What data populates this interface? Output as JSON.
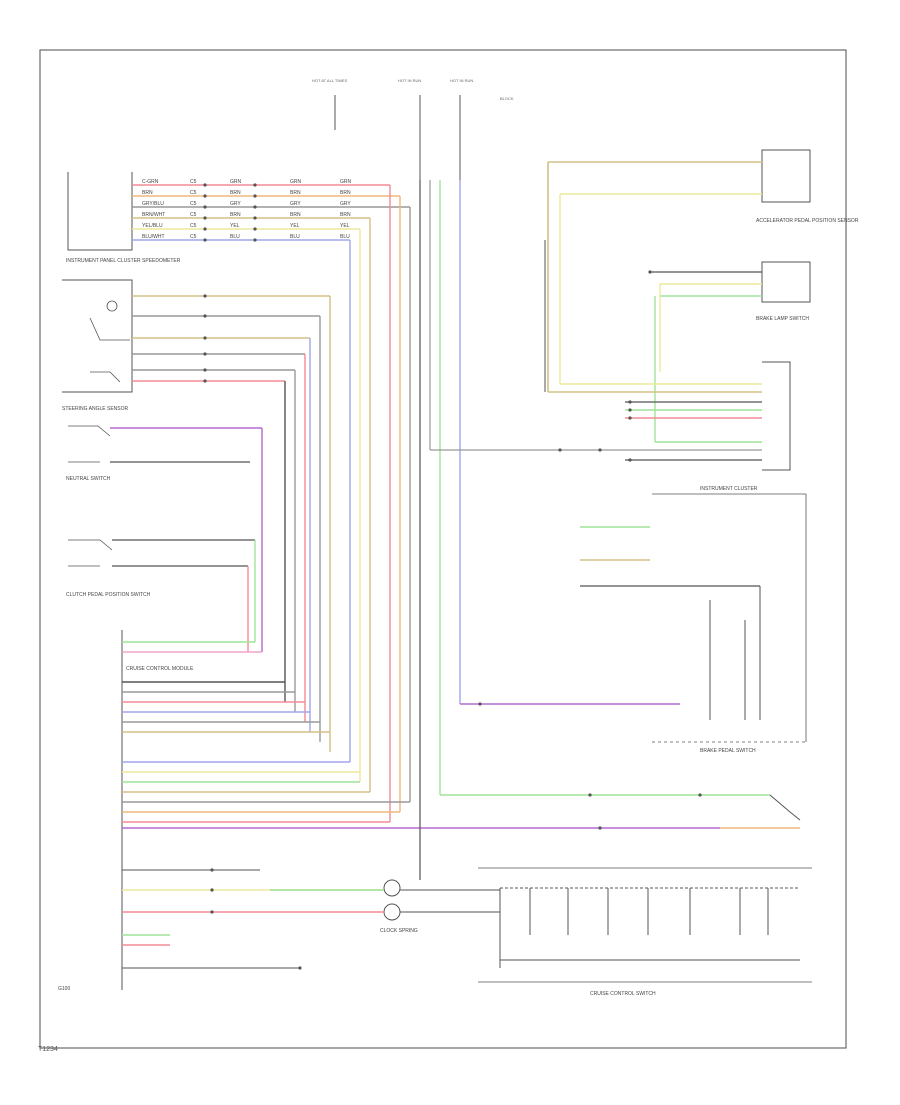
{
  "diagram": {
    "page_code": "T1234",
    "wire_colors": {
      "red": "#f28b96",
      "yellow": "#ece89a",
      "green": "#9fe39a",
      "tan": "#d4c084",
      "orange": "#f0b77c",
      "blue": "#a1a6ec",
      "violet": "#b56ad0",
      "pink": "#f0a4c8",
      "black": "#555555",
      "gray": "#999999",
      "frame": "#6a6a6a"
    },
    "fuse_labels": [
      "HOT AT ALL TIMES",
      "HOT IN RUN",
      "HOT IN RUN"
    ],
    "component_labels": {
      "instrument_cluster_top": "INSTRUMENT PANEL CLUSTER SPEEDOMETER",
      "steering_angle_sensor": "STEERING ANGLE SENSOR",
      "neutral_switch": "NEUTRAL SWITCH",
      "clutch_pedal_switch": "CLUTCH PEDAL POSITION SWITCH",
      "cruise_control_main": "CRUISE CONTROL MODULE",
      "accelerator_pedal": "ACCELERATOR PEDAL POSITION SENSOR",
      "brake_lamp_switch": "BRAKE LAMP SWITCH",
      "instrument_cluster": "INSTRUMENT CLUSTER",
      "brake_pedal": "BRAKE PEDAL SWITCH",
      "clock_spring": "CLOCK SPRING",
      "cruise_switch": "CRUISE CONTROL SWITCH",
      "ground": "G100"
    }
  }
}
